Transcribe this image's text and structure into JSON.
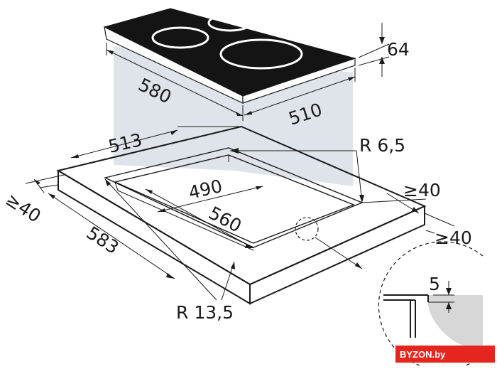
{
  "dimensions": {
    "hob_depth": "580",
    "hob_width": "510",
    "hob_height": "64",
    "cutout_outer_width": "513",
    "cutout_inner_width": "490",
    "cutout_inner_depth": "560",
    "worktop_depth": "583",
    "clearance_left": "≥40",
    "clearance_back": "≥40",
    "clearance_right": "≥40",
    "corner_radius_inner": "R 6,5",
    "corner_radius_outer": "R 13,5",
    "rebate_depth": "5"
  },
  "brand": {
    "watermark": "BYZON.by"
  },
  "colors": {
    "hob_glass": "#141414",
    "burner_ring": "#ffffff",
    "shadow_projection": "#dfe4ea",
    "detail_fill": "#d7d7d7",
    "watermark_bg": "#e5261f"
  }
}
